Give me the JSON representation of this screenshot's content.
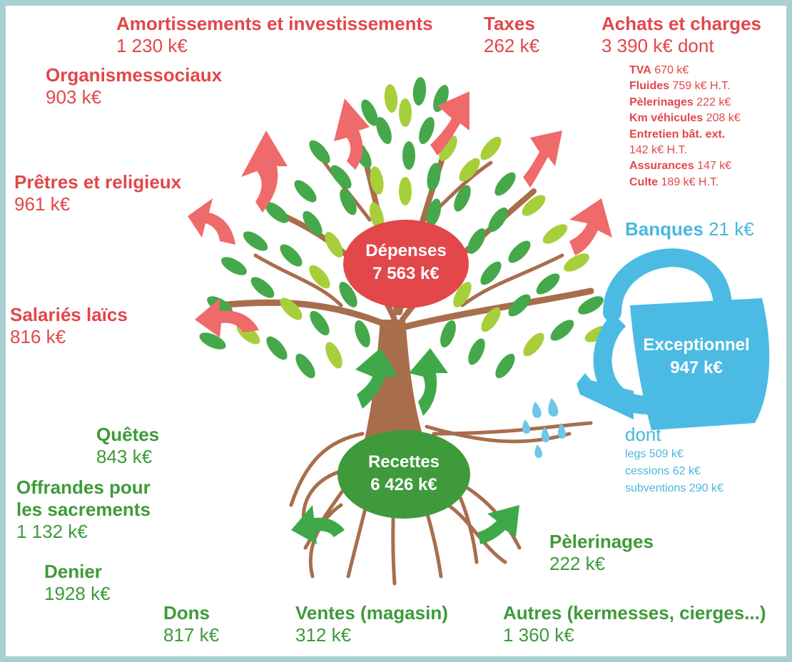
{
  "depenses": {
    "title": "Dépenses",
    "value": "7 563 k€"
  },
  "recettes": {
    "title": "Recettes",
    "value": "6 426 k€"
  },
  "exceptionnel": {
    "title": "Exceptionnel",
    "value": "947 k€",
    "dont": "dont",
    "items": [
      "legs 509 k€",
      "cessions 62 k€",
      "subventions 290 k€"
    ]
  },
  "banques": {
    "label": "Banques",
    "value": "21 k€"
  },
  "expenses": {
    "amortissements": {
      "label": "Amortissements et investissements",
      "value": "1 230 k€"
    },
    "taxes": {
      "label": "Taxes",
      "value": "262 k€"
    },
    "achats": {
      "label": "Achats et charges",
      "value": "3 390 k€ dont"
    },
    "organismes": {
      "label": "Organismessociaux",
      "value": "903 k€"
    },
    "pretres": {
      "label": "Prêtres et religieux",
      "value": "961 k€"
    },
    "salaries": {
      "label": "Salariés laïcs",
      "value": "816 k€"
    }
  },
  "achats_details": [
    {
      "label": "TVA",
      "value": " 670 k€"
    },
    {
      "label": "Fluides",
      "value": " 759 k€ H.T."
    },
    {
      "label": "Pèlerinages",
      "value": " 222 k€"
    },
    {
      "label": "Km véhicules",
      "value": " 208 k€"
    },
    {
      "label": "Entretien bât. ext.",
      "value": ""
    },
    {
      "label": "",
      "value": "142 k€ H.T."
    },
    {
      "label": "Assurances",
      "value": " 147 k€"
    },
    {
      "label": "Culte",
      "value": " 189 k€ H.T."
    }
  ],
  "income": {
    "quetes": {
      "label": "Quêtes",
      "value": "843 k€"
    },
    "offrandes": {
      "label1": "Offrandes pour",
      "label2": "les sacrements",
      "value": "1 132 k€"
    },
    "denier": {
      "label": "Denier",
      "value": "1928 k€"
    },
    "dons": {
      "label": "Dons",
      "value": "817 k€"
    },
    "ventes": {
      "label": "Ventes (magasin)",
      "value": "312 k€"
    },
    "autres": {
      "label": "Autres (kermesses, cierges...)",
      "value": "1 360 k€"
    },
    "pelerinages": {
      "label": "Pèlerinages",
      "value": "222 k€"
    }
  },
  "colors": {
    "expense": "#e2474a",
    "income": "#3e9a3a",
    "exceptional": "#48b7df",
    "trunk": "#a86e4c",
    "leaf_dark": "#45a84a",
    "leaf_light": "#a6cf3a"
  }
}
